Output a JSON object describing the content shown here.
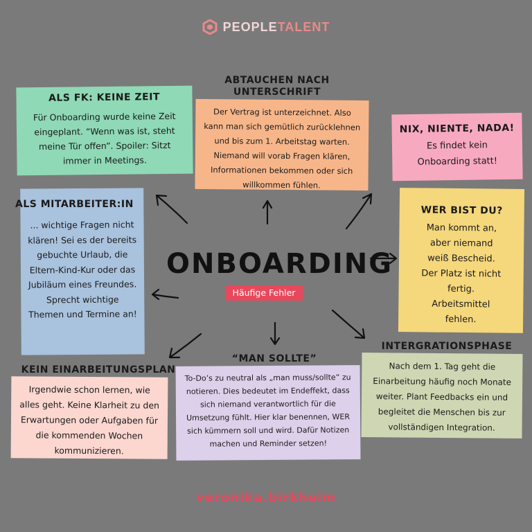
{
  "logo": {
    "part1": "PEOPLE",
    "part2": "TALENT"
  },
  "center": {
    "title": "ONBOARDING",
    "badge": "Häufige Fehler"
  },
  "cards": {
    "fk": {
      "title": "ALS FK: KEINE ZEIT",
      "body": "Für Onboarding wurde keine Zeit eingeplant. “Wenn was ist, steht meine Tür offen”. Spoiler: Sitzt immer in Meetings."
    },
    "abtauchen": {
      "title": "ABTAUCHEN NACH UNTERSCHRIFT",
      "body": "Der Vertrag ist unterzeichnet. Also kann man sich gemütlich zurücklehnen und bis zum 1. Arbeitstag warten. Niemand will vorab Fragen klären, Informationen bekommen oder sich willkommen fühlen."
    },
    "nix": {
      "title": "NIX, NIENTE, NADA!",
      "body": "Es findet kein Onboarding statt!"
    },
    "wer": {
      "title": "WER BIST DU?",
      "body": "Man kommt an, aber niemand weiß Bescheid. Der Platz ist nicht fertig. Arbeitsmittel fehlen."
    },
    "mitarbeiter": {
      "title": "ALS MITARBEITER:IN",
      "body": "... wichtige Fragen nicht klären! Sei es der bereits gebuchte Urlaub, die Eltern-Kind-Kur oder das Jubiläum eines Freundes. Sprecht wichtige Themen und Termine an!"
    },
    "plan": {
      "title": "KEIN EINARBEITUNGSPLAN",
      "body": "Irgendwie schon lernen, wie alles geht. Keine Klarheit zu den Erwartungen oder Aufgaben für die kommenden Wochen kommunizieren."
    },
    "sollte": {
      "title": "“MAN SOLLTE”",
      "body": "To-Do’s zu neutral als „man muss/sollte” zu notieren. Dies bedeutet im Endeffekt, dass sich niemand verantwortlich für die Umsetzung fühlt. Hier klar benennen, WER sich kümmern soll und wird. Dafür Notizen machen und Reminder setzen!"
    },
    "integration": {
      "title": "INTERGRATIONSPHASE",
      "body": "Nach dem 1. Tag geht die Einarbeitung häufig noch Monate weiter. Plant Feedbacks ein und begleitet die Menschen bis zur vollständigen Integration."
    }
  },
  "footer": {
    "handle": "veronika.birkheim"
  },
  "colors": {
    "background": "#7a7a7a",
    "green": "#8fd9b6",
    "orange": "#f7b68a",
    "pink": "#f7a9c0",
    "yellow": "#f5d77c",
    "blue": "#a9c2dd",
    "peach": "#fbd7d0",
    "lavender": "#ddd0ea",
    "sage": "#cfd6b3",
    "accent": "#e8485c"
  }
}
